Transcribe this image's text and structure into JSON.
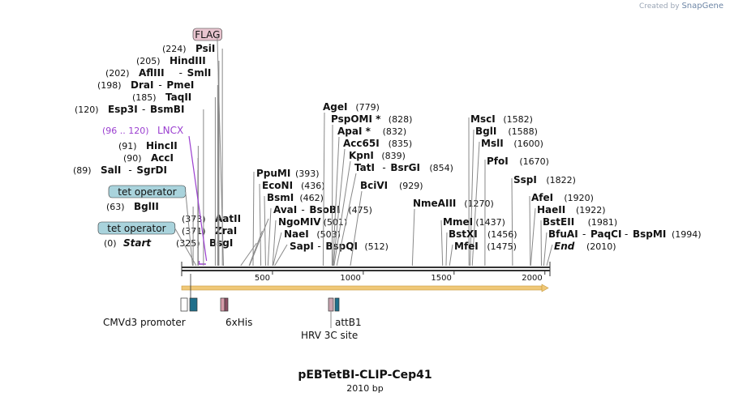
{
  "watermark": {
    "prefix": "Created by",
    "brand": "SnapGene"
  },
  "map": {
    "name": "pEBTetBI-CLIP-Cep41",
    "length_label": "2010 bp",
    "length_bp": 2010,
    "ticks": [
      500,
      1000,
      1500,
      2000
    ],
    "colors": {
      "backbone": "#333333",
      "arrow": "#f0c878",
      "arrow_edge": "#c79a3d",
      "line": "#888888",
      "purple": "#9b3fd0",
      "label_box": "#a9d3dc",
      "flag_box": "#e8c4cf"
    }
  },
  "left_sites": [
    {
      "pos": 0,
      "pos_text": "(0)",
      "name": "Start",
      "italic": true
    },
    {
      "pos": 325,
      "pos_text": "(325)",
      "name": "BsgI"
    },
    {
      "pos": 371,
      "pos_text": "(371)",
      "name": "ZraI"
    },
    {
      "pos": 373,
      "pos_text": "(373)",
      "name": "AatII"
    },
    {
      "pos": 63,
      "pos_text": "(63)",
      "name": "BglII"
    },
    {
      "pos": 89,
      "pos_text": "(89)",
      "name": "SalI",
      "extra": "SgrDI"
    },
    {
      "pos": 90,
      "pos_text": "(90)",
      "name": "AccI"
    },
    {
      "pos": 91,
      "pos_text": "(91)",
      "name": "HincII"
    },
    {
      "pos": 120,
      "pos_text": "(120)",
      "name": "Esp3I",
      "extra": "BsmBI"
    },
    {
      "pos": 185,
      "pos_text": "(185)",
      "name": "TaqII"
    },
    {
      "pos": 198,
      "pos_text": "(198)",
      "name": "DraI",
      "extra": "PmeI"
    },
    {
      "pos": 202,
      "pos_text": "(202)",
      "name": "AflIII",
      "extra": "SmlI"
    },
    {
      "pos": 205,
      "pos_text": "(205)",
      "name": "HindIII"
    },
    {
      "pos": 224,
      "pos_text": "(224)",
      "name": "PsiI"
    }
  ],
  "left_features": [
    {
      "label": "tet operator",
      "pos": 60
    },
    {
      "label": "tet operator",
      "pos": 80
    },
    {
      "label": "FLAG",
      "pos": 230
    }
  ],
  "lncx": {
    "range_text": "(96 .. 120)",
    "name": "LNCX",
    "pos": 110
  },
  "mid_sites": [
    {
      "pos": 393,
      "name": "PpuMI",
      "pos_text": "(393)"
    },
    {
      "pos": 436,
      "name": "EcoNI",
      "pos_text": "(436)"
    },
    {
      "pos": 462,
      "name": "BsmI",
      "pos_text": "(462)"
    },
    {
      "pos": 475,
      "name": "AvaI",
      "extra": "BsoBI",
      "pos_text": "(475)"
    },
    {
      "pos": 501,
      "name": "NgoMIV",
      "pos_text": "(501)"
    },
    {
      "pos": 503,
      "name": "NaeI",
      "pos_text": "(503)"
    },
    {
      "pos": 512,
      "name": "SapI",
      "extra": "BspQI",
      "pos_text": "(512)"
    }
  ],
  "top_sites": [
    {
      "pos": 779,
      "name": "AgeI",
      "pos_text": "(779)"
    },
    {
      "pos": 828,
      "name": "PspOMI *",
      "pos_text": "(828)"
    },
    {
      "pos": 832,
      "name": "ApaI *",
      "pos_text": "(832)"
    },
    {
      "pos": 835,
      "name": "Acc65I",
      "pos_text": "(835)"
    },
    {
      "pos": 839,
      "name": "KpnI",
      "pos_text": "(839)"
    },
    {
      "pos": 854,
      "name": "TatI",
      "extra": "BsrGI",
      "pos_text": "(854)"
    },
    {
      "pos": 929,
      "name": "BciVI",
      "pos_text": "(929)"
    },
    {
      "pos": 1270,
      "name": "NmeAIII",
      "pos_text": "(1270)"
    }
  ],
  "right_sites": [
    {
      "pos": 1582,
      "name": "MscI",
      "pos_text": "(1582)"
    },
    {
      "pos": 1588,
      "name": "BglI",
      "pos_text": "(1588)"
    },
    {
      "pos": 1600,
      "name": "MslI",
      "pos_text": "(1600)"
    },
    {
      "pos": 1670,
      "name": "PfoI",
      "pos_text": "(1670)"
    },
    {
      "pos": 1822,
      "name": "SspI",
      "pos_text": "(1822)"
    },
    {
      "pos": 1920,
      "name": "AfeI",
      "pos_text": "(1920)"
    },
    {
      "pos": 1922,
      "name": "HaeII",
      "pos_text": "(1922)"
    },
    {
      "pos": 1981,
      "name": "BstEII",
      "pos_text": "(1981)"
    },
    {
      "pos": 1994,
      "name": "BfuAI",
      "extra": "PaqCI",
      "extra2": "BspMI",
      "pos_text": "(1994)"
    },
    {
      "pos": 2010,
      "name": "End",
      "italic": true,
      "pos_text": "(2010)"
    },
    {
      "pos": 1437,
      "name": "MmeI",
      "pos_text": "(1437)"
    },
    {
      "pos": 1456,
      "name": "BstXI",
      "pos_text": "(1456)"
    },
    {
      "pos": 1475,
      "name": "MfeI",
      "pos_text": "(1475)"
    }
  ],
  "bottom_features": [
    {
      "label": "CMVd3 promoter",
      "pos": 40
    },
    {
      "label": "6xHis",
      "pos": 250
    },
    {
      "label": "HRV 3C site",
      "pos": 810
    },
    {
      "label": "attB1",
      "pos": 840
    }
  ]
}
